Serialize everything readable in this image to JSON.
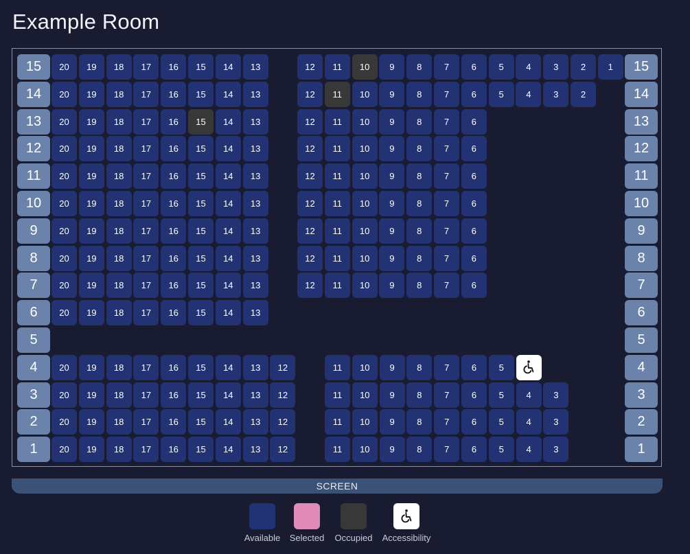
{
  "page": {
    "title": "Example Room"
  },
  "screen": {
    "label": "SCREEN"
  },
  "colors": {
    "background": "#191b31",
    "row_label": "#6b83ab",
    "available": "#233272",
    "selected": "#e18cb8",
    "occupied": "#383838",
    "accessibility": "#ffffff",
    "screen": "#3b5276"
  },
  "legend": [
    {
      "key": "available",
      "label": "Available",
      "color": "#233272"
    },
    {
      "key": "selected",
      "label": "Selected",
      "color": "#e18cb8"
    },
    {
      "key": "occupied",
      "label": "Occupied",
      "color": "#383838"
    },
    {
      "key": "accessibility",
      "label": "Accessibility",
      "color": "#ffffff",
      "icon": "wheelchair-icon"
    }
  ],
  "rows": [
    {
      "label": "15",
      "blocks": [
        {
          "seats": [
            "20",
            "19",
            "18",
            "17",
            "16",
            "15",
            "14",
            "13"
          ],
          "occupied": []
        },
        {
          "seats": [
            "12",
            "11",
            "10",
            "9",
            "8",
            "7",
            "6",
            "5",
            "4",
            "3",
            "2",
            "1"
          ],
          "occupied": [
            "10"
          ]
        }
      ]
    },
    {
      "label": "14",
      "blocks": [
        {
          "seats": [
            "20",
            "19",
            "18",
            "17",
            "16",
            "15",
            "14",
            "13"
          ],
          "occupied": []
        },
        {
          "seats": [
            "12",
            "11",
            "10",
            "9",
            "8",
            "7",
            "6",
            "5",
            "4",
            "3",
            "2"
          ],
          "occupied": [
            "11"
          ]
        }
      ]
    },
    {
      "label": "13",
      "blocks": [
        {
          "seats": [
            "20",
            "19",
            "18",
            "17",
            "16",
            "15",
            "14",
            "13"
          ],
          "occupied": [
            "15"
          ]
        },
        {
          "seats": [
            "12",
            "11",
            "10",
            "9",
            "8",
            "7",
            "6"
          ],
          "occupied": []
        }
      ]
    },
    {
      "label": "12",
      "blocks": [
        {
          "seats": [
            "20",
            "19",
            "18",
            "17",
            "16",
            "15",
            "14",
            "13"
          ],
          "occupied": []
        },
        {
          "seats": [
            "12",
            "11",
            "10",
            "9",
            "8",
            "7",
            "6"
          ],
          "occupied": []
        }
      ]
    },
    {
      "label": "11",
      "blocks": [
        {
          "seats": [
            "20",
            "19",
            "18",
            "17",
            "16",
            "15",
            "14",
            "13"
          ],
          "occupied": []
        },
        {
          "seats": [
            "12",
            "11",
            "10",
            "9",
            "8",
            "7",
            "6"
          ],
          "occupied": []
        }
      ]
    },
    {
      "label": "10",
      "blocks": [
        {
          "seats": [
            "20",
            "19",
            "18",
            "17",
            "16",
            "15",
            "14",
            "13"
          ],
          "occupied": []
        },
        {
          "seats": [
            "12",
            "11",
            "10",
            "9",
            "8",
            "7",
            "6"
          ],
          "occupied": []
        }
      ]
    },
    {
      "label": "9",
      "blocks": [
        {
          "seats": [
            "20",
            "19",
            "18",
            "17",
            "16",
            "15",
            "14",
            "13"
          ],
          "occupied": []
        },
        {
          "seats": [
            "12",
            "11",
            "10",
            "9",
            "8",
            "7",
            "6"
          ],
          "occupied": []
        }
      ]
    },
    {
      "label": "8",
      "blocks": [
        {
          "seats": [
            "20",
            "19",
            "18",
            "17",
            "16",
            "15",
            "14",
            "13"
          ],
          "occupied": []
        },
        {
          "seats": [
            "12",
            "11",
            "10",
            "9",
            "8",
            "7",
            "6"
          ],
          "occupied": []
        }
      ]
    },
    {
      "label": "7",
      "blocks": [
        {
          "seats": [
            "20",
            "19",
            "18",
            "17",
            "16",
            "15",
            "14",
            "13"
          ],
          "occupied": []
        },
        {
          "seats": [
            "12",
            "11",
            "10",
            "9",
            "8",
            "7",
            "6"
          ],
          "occupied": []
        }
      ]
    },
    {
      "label": "6",
      "blocks": [
        {
          "seats": [
            "20",
            "19",
            "18",
            "17",
            "16",
            "15",
            "14",
            "13"
          ],
          "occupied": []
        }
      ]
    },
    {
      "label": "5",
      "blocks": []
    },
    {
      "label": "4",
      "blocks": [
        {
          "seats": [
            "20",
            "19",
            "18",
            "17",
            "16",
            "15",
            "14",
            "13",
            "12"
          ],
          "occupied": []
        },
        {
          "seats": [
            "11",
            "10",
            "9",
            "8",
            "7",
            "6",
            "5"
          ],
          "occupied": [],
          "accessible_after": true
        }
      ]
    },
    {
      "label": "3",
      "blocks": [
        {
          "seats": [
            "20",
            "19",
            "18",
            "17",
            "16",
            "15",
            "14",
            "13",
            "12"
          ],
          "occupied": []
        },
        {
          "seats": [
            "11",
            "10",
            "9",
            "8",
            "7",
            "6",
            "5",
            "4",
            "3"
          ],
          "occupied": []
        }
      ]
    },
    {
      "label": "2",
      "blocks": [
        {
          "seats": [
            "20",
            "19",
            "18",
            "17",
            "16",
            "15",
            "14",
            "13",
            "12"
          ],
          "occupied": []
        },
        {
          "seats": [
            "11",
            "10",
            "9",
            "8",
            "7",
            "6",
            "5",
            "4",
            "3"
          ],
          "occupied": []
        }
      ]
    },
    {
      "label": "1",
      "blocks": [
        {
          "seats": [
            "20",
            "19",
            "18",
            "17",
            "16",
            "15",
            "14",
            "13",
            "12"
          ],
          "occupied": []
        },
        {
          "seats": [
            "11",
            "10",
            "9",
            "8",
            "7",
            "6",
            "5",
            "4",
            "3"
          ],
          "occupied": []
        }
      ]
    }
  ]
}
